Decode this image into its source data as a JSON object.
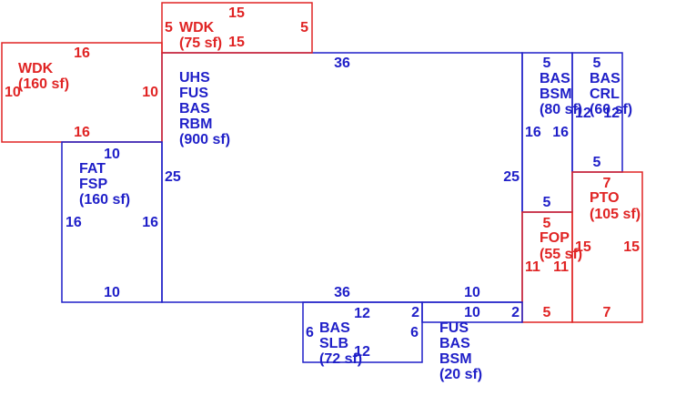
{
  "areas": {
    "main": {
      "codes": [
        "UHS",
        "FUS",
        "BAS",
        "RBM"
      ],
      "area": "(900 sf)",
      "top": "36",
      "bottom": "36",
      "left": "25",
      "right": "25"
    },
    "wdk_top": {
      "code": "WDK",
      "area": "(75 sf)",
      "top": "15",
      "left": "5",
      "right": "5",
      "bottom": "15"
    },
    "wdk_left": {
      "code": "WDK",
      "area": "(160 sf)",
      "top": "16",
      "bottom": "16",
      "left": "10",
      "right": "10"
    },
    "fat": {
      "codes": [
        "FAT",
        "FSP"
      ],
      "area": "(160 sf)",
      "top": "10",
      "bottom": "10",
      "left": "16",
      "right": "16"
    },
    "bsm": {
      "codes": [
        "BAS",
        "BSM"
      ],
      "area": "(80 sf)",
      "top": "5",
      "bottom": "5",
      "left": "16",
      "right": "16"
    },
    "crl": {
      "codes": [
        "BAS",
        "CRL"
      ],
      "area": "(60 sf)",
      "top": "5",
      "bottom": "5",
      "left": "12",
      "right": "12"
    },
    "pto": {
      "code": "PTO",
      "area": "(105 sf)",
      "top": "7",
      "bottom": "7",
      "left": "15",
      "right": "15"
    },
    "fop": {
      "code": "FOP",
      "area": "(55 sf)",
      "top": "5",
      "bottom": "5",
      "left": "11",
      "right": "11"
    },
    "slb": {
      "codes": [
        "BAS",
        "SLB"
      ],
      "area": "(72 sf)",
      "top": "12",
      "bottom": "12",
      "left": "6",
      "right": "6"
    },
    "fus_bsm": {
      "codes": [
        "FUS",
        "BAS",
        "BSM"
      ],
      "area": "(20 sf)",
      "top": "10",
      "bottom": "10",
      "left": "2",
      "right": "2"
    }
  },
  "colors": {
    "living": "#1f1fc8",
    "exterior": "#e02424"
  }
}
